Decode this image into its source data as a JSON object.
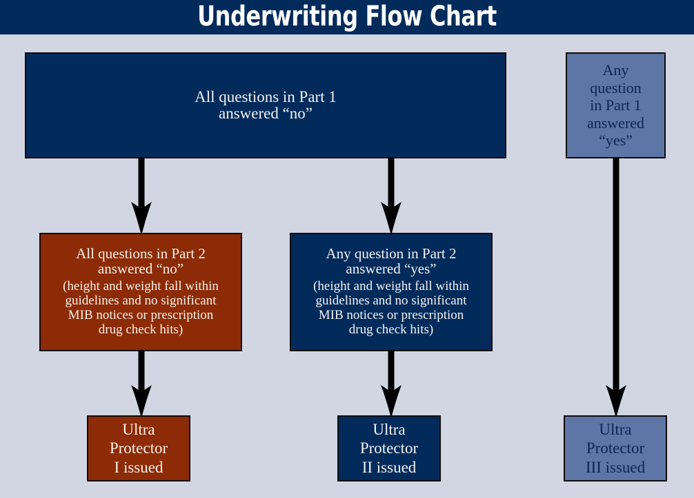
{
  "header": {
    "title": "Underwriting Flow Chart",
    "background_color": "#022b5c",
    "text_color": "#ffffff"
  },
  "canvas": {
    "background_color": "#d2d6e3"
  },
  "palette": {
    "navy": "#022b5c",
    "rust": "#8d2b06",
    "slate": "#5d76a5",
    "arrow": "#000000",
    "light_text": "#f4f3ef",
    "dark_text": "#0e2452"
  },
  "nodes": {
    "part1_no": {
      "line1": "All questions in Part 1",
      "line2": "answered “no”",
      "fill": "#022b5c",
      "text_color": "#f4f3ef"
    },
    "part1_yes": {
      "line1": "Any",
      "line2": "question",
      "line3": "in Part 1",
      "line4": "answered",
      "line5": "“yes”",
      "fill": "#5d76a5",
      "text_color": "#0e2452"
    },
    "part2_no": {
      "line1": "All questions in Part 2",
      "line2": "answered “no”",
      "sub1": "(height and weight fall within",
      "sub2": "guidelines and no significant",
      "sub3": "MIB notices or prescription",
      "sub4": "drug check hits)",
      "fill": "#8d2b06",
      "text_color": "#f6f2ec"
    },
    "part2_yes": {
      "line1": "Any question in Part 2",
      "line2": "answered “yes”",
      "sub1": "(height and weight fall within",
      "sub2": "guidelines and no significant",
      "sub3": "MIB notices or prescription",
      "sub4": "drug check hits)",
      "fill": "#022b5c",
      "text_color": "#f4f3ef"
    },
    "result_1": {
      "line1": "Ultra",
      "line2": "Protector",
      "line3": "I issued",
      "fill": "#8d2b06",
      "text_color": "#f6f2ec"
    },
    "result_2": {
      "line1": "Ultra",
      "line2": "Protector",
      "line3": "II issued",
      "fill": "#022b5c",
      "text_color": "#f4f3ef"
    },
    "result_3": {
      "line1": "Ultra",
      "line2": "Protector",
      "line3": "III issued",
      "fill": "#5d76a5",
      "text_color": "#0e2452"
    }
  },
  "arrows": [
    {
      "id": "arrow-part1no-to-part2no",
      "from": "part1_no",
      "to": "part2_no"
    },
    {
      "id": "arrow-part1no-to-part2yes",
      "from": "part1_no",
      "to": "part2_yes"
    },
    {
      "id": "arrow-part2no-to-result1",
      "from": "part2_no",
      "to": "result_1"
    },
    {
      "id": "arrow-part2yes-to-result2",
      "from": "part2_yes",
      "to": "result_2"
    },
    {
      "id": "arrow-part1yes-to-result3",
      "from": "part1_yes",
      "to": "result_3"
    }
  ]
}
